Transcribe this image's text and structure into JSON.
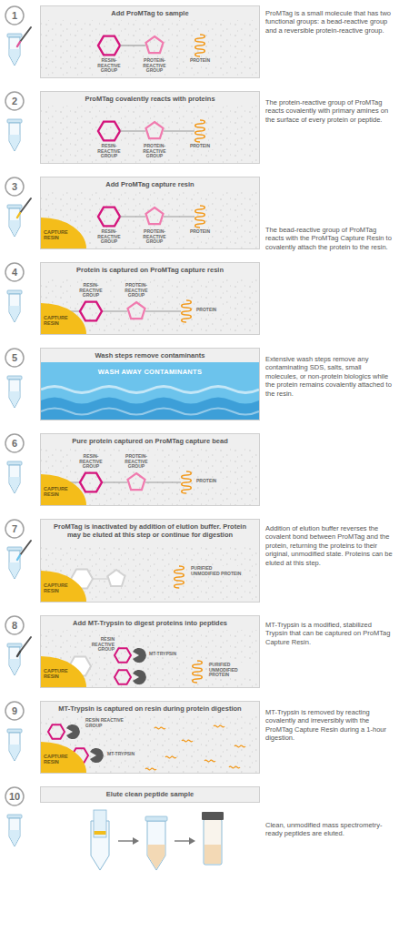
{
  "diagram": {
    "nodes": [
      {
        "text": [
          "1"
        ]
      },
      {
        "text": [
          "Add ProMTag to sample"
        ]
      },
      {
        "text": [
          "2"
        ]
      },
      {
        "text": [
          "ProMTag covalently reacts with proteins"
        ]
      },
      {
        "text": [
          "3"
        ]
      },
      {
        "text": [
          "Add ProMTag capture resin"
        ]
      },
      {
        "text": [
          "CAPTURE RESIN"
        ],
        "in": 5
      },
      {
        "text": [
          "4"
        ]
      },
      {
        "text": [
          "Protein is captured on ProMTag capture resin"
        ]
      },
      {
        "text": [
          "CAPTURE RESIN"
        ],
        "in": 8
      },
      {
        "text": [
          "5"
        ]
      },
      {
        "text": [
          "Wash steps remove contaminants"
        ]
      },
      {
        "text": [
          "6"
        ]
      },
      {
        "text": [
          "Pure protein captured on ProMTag capture bead"
        ]
      },
      {
        "text": [
          "CAPTURE RESIN"
        ],
        "in": 13
      },
      {
        "text": [
          "7"
        ]
      },
      {
        "text": [
          "ProMTag is inactivated by addition of elution buffer. Protein may be eluted at this step or continue for digestion"
        ]
      },
      {
        "text": [
          "CAPTURE RESIN"
        ],
        "in": 16
      },
      {
        "text": [
          "8"
        ]
      },
      {
        "text": [
          "Add MT-Trypsin to digest proteins into peptides"
        ]
      },
      {
        "text": [
          "CAPTURE RESIN"
        ],
        "in": 19
      },
      {
        "text": [
          "9"
        ]
      },
      {
        "text": [
          "MT-Trypsin is captured on resin during protein digestion"
        ]
      },
      {
        "text": [
          "CAPTURE RESIN"
        ],
        "in": 22
      },
      {
        "text": [
          "10"
        ]
      },
      {
        "text": [
          "Elute clean peptide sample"
        ]
      }
    ],
    "labels": [
      "RESIN-REACTIVE GROUP",
      "PROTEIN-REACTIVE GROUP",
      "PROTEIN",
      "ProMTag is a small molecule that has two functional groups: a bead-reactive group and a reversible protein-reactive group.",
      "RESIN-REACTIVE GROUP",
      "PROTEIN-REACTIVE GROUP",
      "PROTEIN",
      "The protein-reactive group of ProMTag reacts covalently with primary amines on the surface of every protein or peptide.",
      "RESIN-REACTIVE GROUP",
      "PROTEIN-REACTIVE GROUP",
      "PROTEIN",
      "The bead-reactive group of ProMTag reacts with the ProMTag Capture Resin to covalently attach the protein to the resin.",
      "RESIN-REACTIVE GROUP",
      "PROTEIN-REACTIVE GROUP",
      "PROTEIN",
      "WASH AWAY CONTAMINANTS",
      "Extensive wash steps remove any contaminating SDS, salts, small molecules, or non-protein biologics while the protein remains covalently attached to the resin.",
      "RESIN-REACTIVE GROUP",
      "PROTEIN-REACTIVE GROUP",
      "PROTEIN",
      "PURIFIED UNMODIFIED PROTEIN",
      "Addition of elution buffer reverses the covalent bond between ProMTag and the protein, returning the proteins to their original, unmodified state. Proteins can be eluted at this step.",
      "RESIN REACTIVE GROUP",
      "MT-TRYPSIN",
      "PURIFIED UNMODIFIED PROTEIN",
      "MT-Trypsin is a modified, stabilized Trypsin that can be captured on ProMTag Capture Resin.",
      "RESIN REACTIVE GROUP",
      "MT-TRYPSIN",
      "MT-Trypsin is removed by reacting covalently and irreversibly with the ProMTag Capture Resin during a 1-hour digestion.",
      "Clean, unmodified mass spectrometry-ready peptides are eluted."
    ]
  }
}
